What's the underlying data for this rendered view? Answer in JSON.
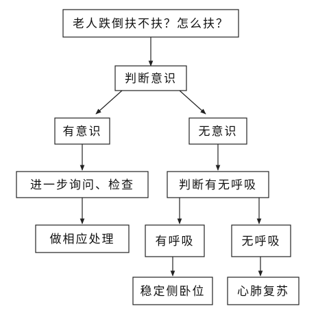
{
  "nodes": {
    "start": "老人跌倒扶不扶？怎么扶？",
    "judge_consciousness": "判断意识",
    "conscious": "有意识",
    "unconscious": "无意识",
    "further_check": "进一步询问、检查",
    "judge_breathing": "判断有无呼吸",
    "handle": "做相应处理",
    "breathing": "有呼吸",
    "no_breathing": "无呼吸",
    "recovery_position": "稳定侧卧位",
    "cpr": "心肺复苏"
  }
}
